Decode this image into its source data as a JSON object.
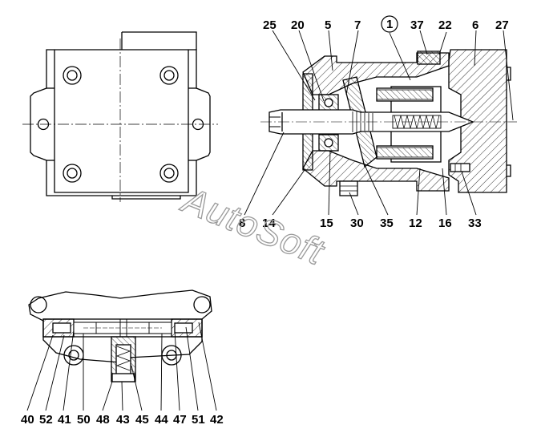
{
  "watermark": "AutoSoft",
  "top_labels": {
    "l25": "25",
    "l20": "20",
    "l5": "5",
    "l7": "7",
    "l1": "1",
    "l37": "37",
    "l22": "22",
    "l6": "6",
    "l27": "27"
  },
  "bottom_labels": {
    "l8": "8",
    "l14": "14",
    "l15": "15",
    "l30": "30",
    "l35": "35",
    "l12": "12",
    "l16": "16",
    "l33": "33"
  },
  "section_labels": {
    "l40": "40",
    "l52": "52",
    "l41": "41",
    "l50": "50",
    "l48": "48",
    "l43": "43",
    "l45": "45",
    "l44": "44",
    "l47": "47",
    "l51": "51",
    "l42": "42"
  }
}
